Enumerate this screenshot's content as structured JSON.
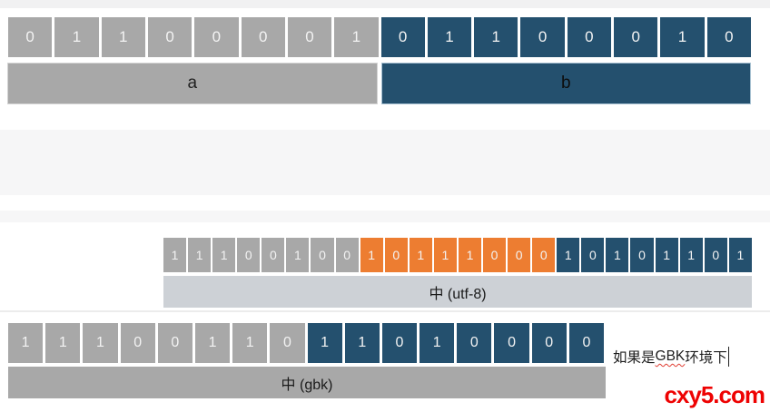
{
  "colors": {
    "gray_cell": "#a8a8a8",
    "blue_cell": "#24506e",
    "orange_cell": "#ed7d31",
    "light_bar": "#cdd1d6",
    "band": "#f6f6f7",
    "watermark_red": "#ee0202",
    "squiggle_red": "#e03c31"
  },
  "ascii_section": {
    "byte_a": {
      "bits": [
        "0",
        "1",
        "1",
        "0",
        "0",
        "0",
        "0",
        "1"
      ],
      "label": "a"
    },
    "byte_b": {
      "bits": [
        "0",
        "1",
        "1",
        "0",
        "0",
        "0",
        "1",
        "0"
      ],
      "label": "b"
    }
  },
  "utf8_section": {
    "byte1_bits": [
      "1",
      "1",
      "1",
      "0",
      "0",
      "1",
      "0",
      "0"
    ],
    "byte2_bits": [
      "1",
      "0",
      "1",
      "1",
      "1",
      "0",
      "0",
      "0"
    ],
    "byte3_bits": [
      "1",
      "0",
      "1",
      "0",
      "1",
      "1",
      "0",
      "1"
    ],
    "label": "中 (utf-8)"
  },
  "gbk_section": {
    "byte1_bits": [
      "1",
      "1",
      "1",
      "0",
      "0",
      "1",
      "1",
      "0"
    ],
    "byte2_bits": [
      "1",
      "1",
      "0",
      "1",
      "0",
      "0",
      "0",
      "0"
    ],
    "label": "中 (gbk)",
    "note": {
      "prefix": "如果是",
      "highlight": "GBK",
      "suffix": "环境下"
    }
  },
  "watermark": "cxy5.com"
}
